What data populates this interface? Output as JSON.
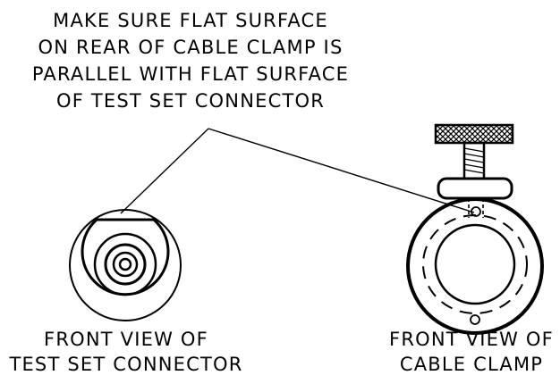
{
  "callout": {
    "lines": [
      "MAKE SURE FLAT SURFACE",
      "ON REAR OF CABLE CLAMP IS",
      "PARALLEL WITH FLAT SURFACE",
      "OF TEST SET CONNECTOR"
    ]
  },
  "captions": {
    "left": [
      "FRONT VIEW OF",
      "TEST SET CONNECTOR"
    ],
    "right": [
      "FRONT VIEW OF",
      "CABLE CLAMP"
    ]
  },
  "colors": {
    "ink": "#000000",
    "background": "#ffffff"
  }
}
